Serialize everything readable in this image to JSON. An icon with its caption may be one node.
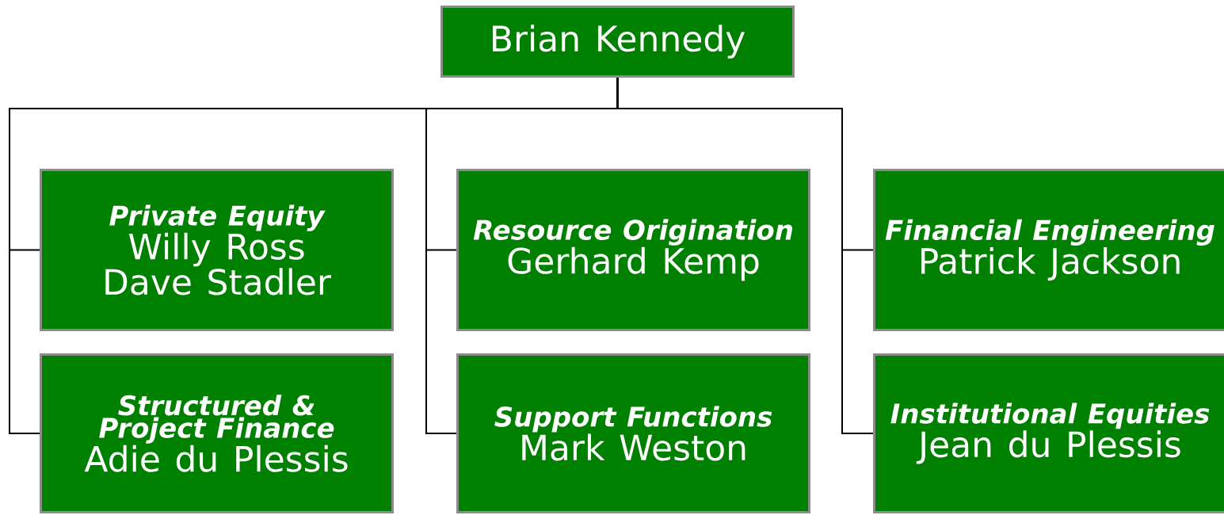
{
  "diagram": {
    "nodes": [
      {
        "text": [
          "Brian Kennedy"
        ]
      },
      {
        "text": [
          "Private Equity",
          "Willy Ross",
          "Dave Stadler"
        ]
      },
      {
        "text": [
          "Resource Origination",
          "Gerhard Kemp"
        ]
      },
      {
        "text": [
          "Financial Engineering",
          "Patrick Jackson"
        ]
      },
      {
        "text": [
          "Structured & Project Finance",
          "Adie du Plessis"
        ]
      },
      {
        "text": [
          "Support Functions",
          "Mark Weston"
        ]
      },
      {
        "text": [
          "Institutional Equities",
          "Jean du Plessis"
        ]
      }
    ],
    "edges": [
      {
        "from": 0,
        "to": 1,
        "arrow": "none"
      },
      {
        "from": 0,
        "to": 2,
        "arrow": "none"
      },
      {
        "from": 0,
        "to": 3,
        "arrow": "none"
      },
      {
        "from": 0,
        "to": 4,
        "arrow": "none"
      },
      {
        "from": 0,
        "to": 5,
        "arrow": "none"
      },
      {
        "from": 0,
        "to": 6,
        "arrow": "none"
      }
    ]
  }
}
